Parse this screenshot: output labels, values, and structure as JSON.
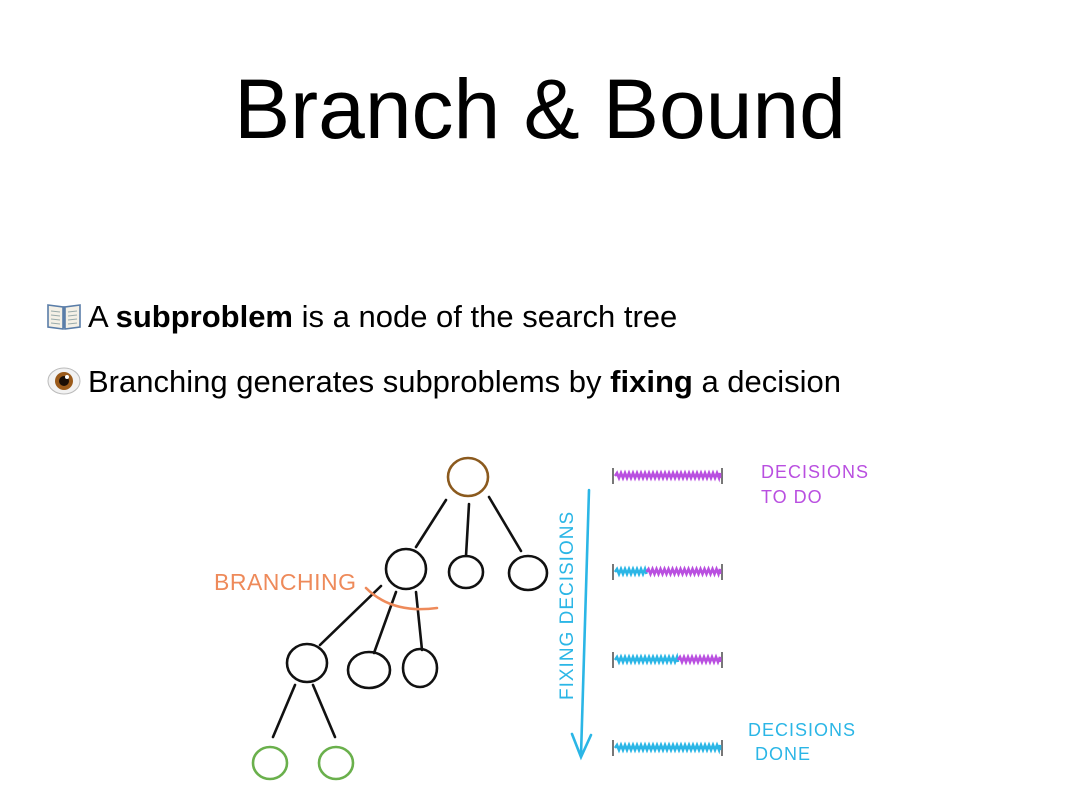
{
  "slide": {
    "title": "Branch & Bound",
    "bullets": [
      {
        "icon": "open-book-icon",
        "pre": "A ",
        "bold": "subproblem",
        "post": " is a node of the search tree"
      },
      {
        "icon": "eye-icon",
        "pre": "Branching generates subproblems by ",
        "bold": "fixing",
        "post": " a decision"
      }
    ]
  },
  "diagram": {
    "labels": {
      "branching": "BRANCHING",
      "fixing_decisions": "FIXING DECISIONS",
      "decisions_to_do_line1": "DECISIONS",
      "decisions_to_do_line2": "TO DO",
      "decisions_done_line1": "DECISIONS",
      "decisions_done_line2": "DONE"
    },
    "colors": {
      "root": "#8b5a1e",
      "node": "#111111",
      "leaf": "#6ab04c",
      "branching": "#ee8a5a",
      "todo": "#b94fe0",
      "done": "#2bb6e6",
      "bracket": "#777777"
    },
    "decision_bars": [
      {
        "fixed_fraction": 0.0
      },
      {
        "fixed_fraction": 0.3
      },
      {
        "fixed_fraction": 0.6
      },
      {
        "fixed_fraction": 1.0
      }
    ]
  }
}
